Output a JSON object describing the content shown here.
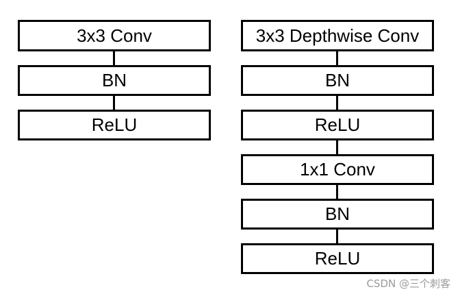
{
  "left_stack": {
    "blocks": [
      "3x3 Conv",
      "BN",
      "ReLU"
    ]
  },
  "right_stack": {
    "blocks": [
      "3x3 Depthwise Conv",
      "BN",
      "ReLU",
      "1x1 Conv",
      "BN",
      "ReLU"
    ]
  },
  "watermark": "CSDN @三个刺客"
}
